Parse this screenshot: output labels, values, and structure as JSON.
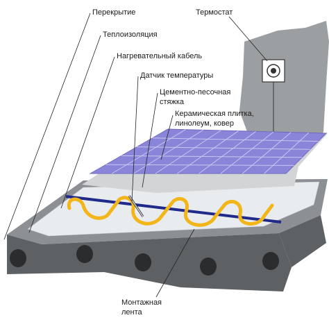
{
  "labels": {
    "slab": "Перекрытие",
    "insulation": "Теплоизоляция",
    "cable": "Нагревательный кабель",
    "sensor": "Датчик температуры",
    "screed_line1": "Цементно-песочная",
    "screed_line2": "стяжка",
    "finish_line1": "Керамическая плитка,",
    "finish_line2": "линолеум, ковер",
    "thermostat": "Термостат",
    "tape_line1": "Монтажная",
    "tape_line2": "лента"
  },
  "colors": {
    "tile": "#8a85d8",
    "tile_dark": "#6f6ac0",
    "grout": "#c9c8ef",
    "screed": "#d2d4d6",
    "concrete": "#8c8f93",
    "concrete_side": "#5e6164",
    "wall": "#9c9fa2",
    "insulation": "#e9ecef",
    "cable": "#f2b51a",
    "tape": "#1f2a8a",
    "leader": "#222222"
  },
  "icons": {
    "thermostat": "thermostat-icon",
    "sensor": "temperature-sensor-icon"
  }
}
